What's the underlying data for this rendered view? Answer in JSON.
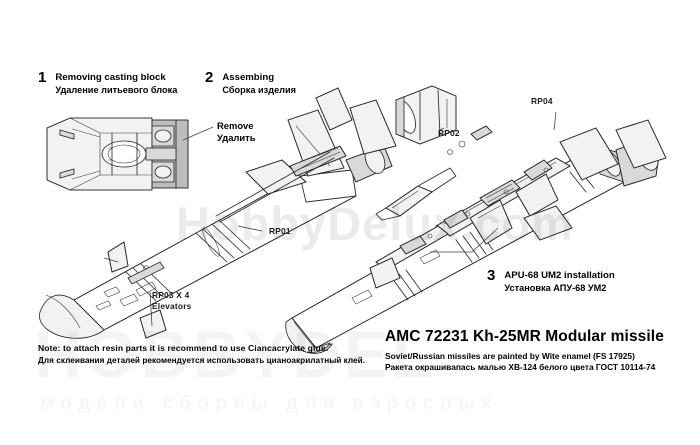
{
  "sheet": {
    "title_main": "AMC 72231 Kh-25MR Modular missile",
    "paint_note_en": "Soviet/Russian missiles are painted by Wite enamel (FS 17925)",
    "paint_note_ru": "Ракета окрашивапась малью ХВ-124 белого цвета ГОСТ 10114-74",
    "glue_note_en": "Note: to attach resin parts it is recommend to use Ciancacrylate glue.",
    "glue_note_ru": "Для склеивания деталей рекомендуется использовать цианоакрилатный клей."
  },
  "watermarks": {
    "primary": "HobbyDelux.com",
    "background": "HOBBYDEL",
    "cyrillic": "модели сборны для взрослых"
  },
  "steps": [
    {
      "number": "1",
      "title_en": "Removing casting block",
      "title_ru": "Удаление литьевого блока"
    },
    {
      "number": "2",
      "title_en": "Assembing",
      "title_ru": "Сборка изделия"
    },
    {
      "number": "3",
      "title_en": "APU-68 UM2 installation",
      "title_ru": "Установка АПУ-68 УМ2"
    }
  ],
  "callouts": [
    {
      "id": "remove",
      "line_en": "Remove",
      "line_ru": "Удалить"
    }
  ],
  "part_labels": [
    {
      "id": "rp01",
      "text": "RP01"
    },
    {
      "id": "rp02",
      "text": "RP02"
    },
    {
      "id": "rp04",
      "text": "RP04"
    },
    {
      "id": "rp03",
      "line1": "RP03 X 4",
      "line2": "Elevators"
    }
  ],
  "colors": {
    "line": "#2b2b2b",
    "fill_light": "#f2f2f2",
    "fill_mid": "#d9d9d9",
    "fill_dark": "#bdbdbd",
    "paper": "#ffffff",
    "text": "#000000"
  }
}
